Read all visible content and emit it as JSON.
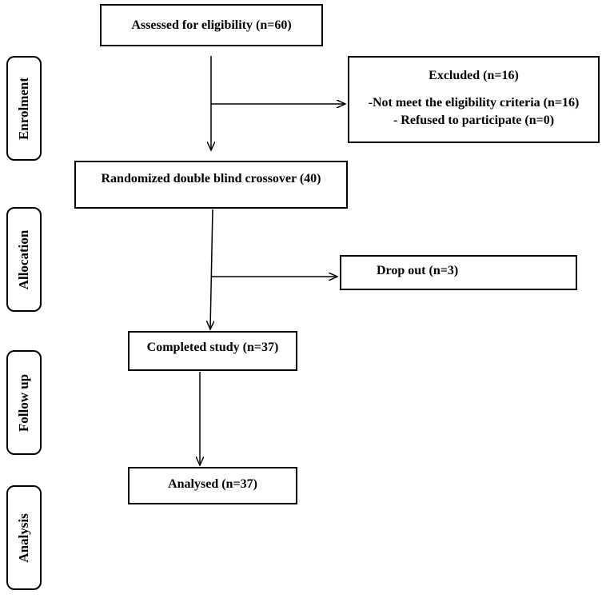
{
  "stages": {
    "enrolment": "Enrolment",
    "allocation": "Allocation",
    "follow_up": "Follow up",
    "analysis": "Analysis"
  },
  "boxes": {
    "assessed": "Assessed for eligibility (n=60)",
    "excluded": {
      "title": "Excluded (n=16)",
      "reason_1": "-Not meet the eligibility criteria (n=16)",
      "reason_2": "- Refused to participate (n=0)"
    },
    "randomized": "Randomized double blind crossover (40)",
    "drop_out": "Drop out (n=3)",
    "completed": "Completed study (n=37)",
    "analysed": "Analysed (n=37)"
  }
}
